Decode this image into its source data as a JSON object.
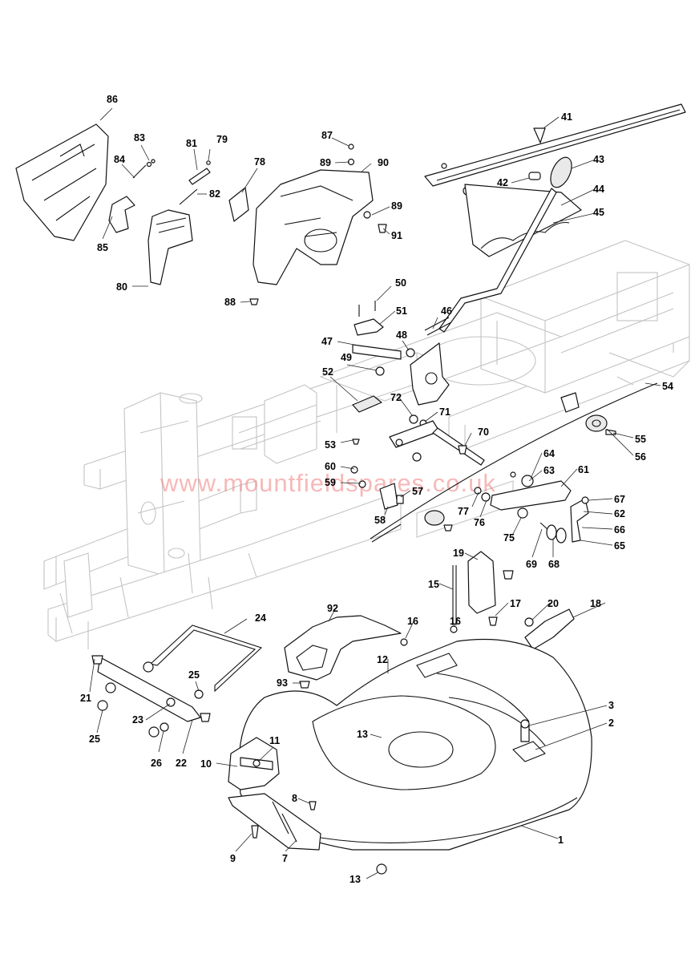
{
  "watermark": "www.mountfieldspares.co.uk",
  "callouts": [
    "1",
    "2",
    "3",
    "7",
    "8",
    "9",
    "10",
    "11",
    "12",
    "13",
    "13",
    "15",
    "16",
    "16",
    "17",
    "18",
    "19",
    "20",
    "21",
    "22",
    "23",
    "24",
    "25",
    "25",
    "26",
    "41",
    "42",
    "43",
    "44",
    "45",
    "46",
    "47",
    "48",
    "49",
    "50",
    "51",
    "52",
    "53",
    "54",
    "55",
    "56",
    "57",
    "58",
    "59",
    "60",
    "61",
    "62",
    "63",
    "64",
    "65",
    "66",
    "67",
    "68",
    "69",
    "70",
    "71",
    "72",
    "75",
    "76",
    "77",
    "78",
    "79",
    "80",
    "81",
    "82",
    "83",
    "84",
    "85",
    "86",
    "87",
    "88",
    "89",
    "89",
    "90",
    "91",
    "92",
    "93"
  ]
}
